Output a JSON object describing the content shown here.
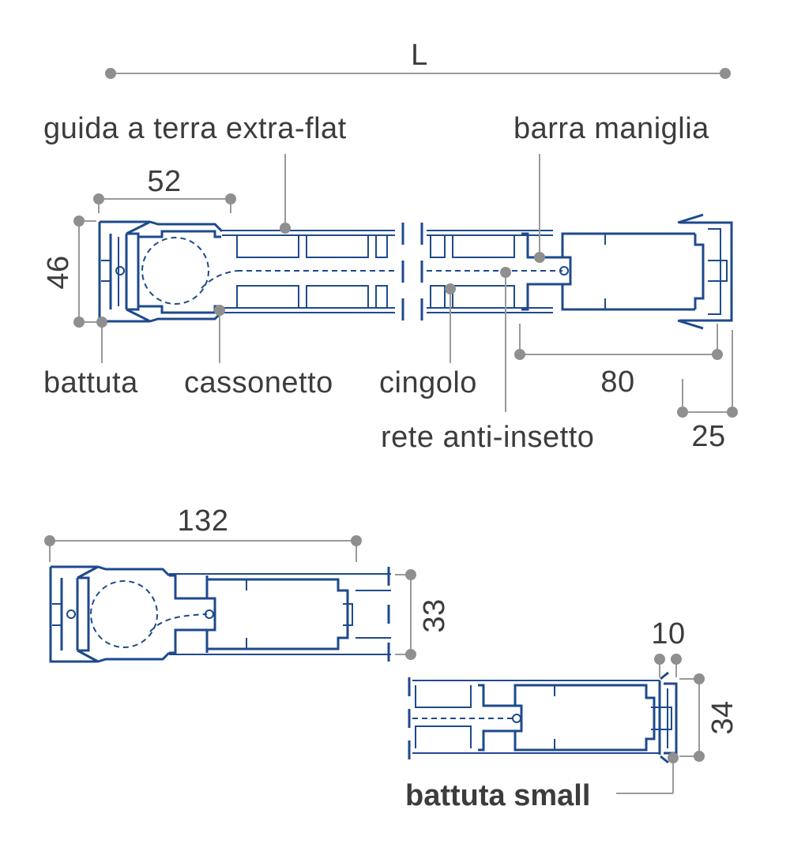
{
  "labels": {
    "L": "L",
    "guida": "guida a terra extra-flat",
    "barra": "barra maniglia",
    "battuta": "battuta",
    "cassonetto": "cassonetto",
    "cingolo": "cingolo",
    "rete": "rete anti-insetto",
    "battuta_small": "battuta small"
  },
  "dimensions": {
    "d52": "52",
    "d46": "46",
    "d80": "80",
    "d25": "25",
    "d132": "132",
    "d33": "33",
    "d10": "10",
    "d34": "34"
  },
  "colors": {
    "profile": "#1e4a8c",
    "dimension": "#9a9a9a",
    "text": "#3c3c3c"
  }
}
